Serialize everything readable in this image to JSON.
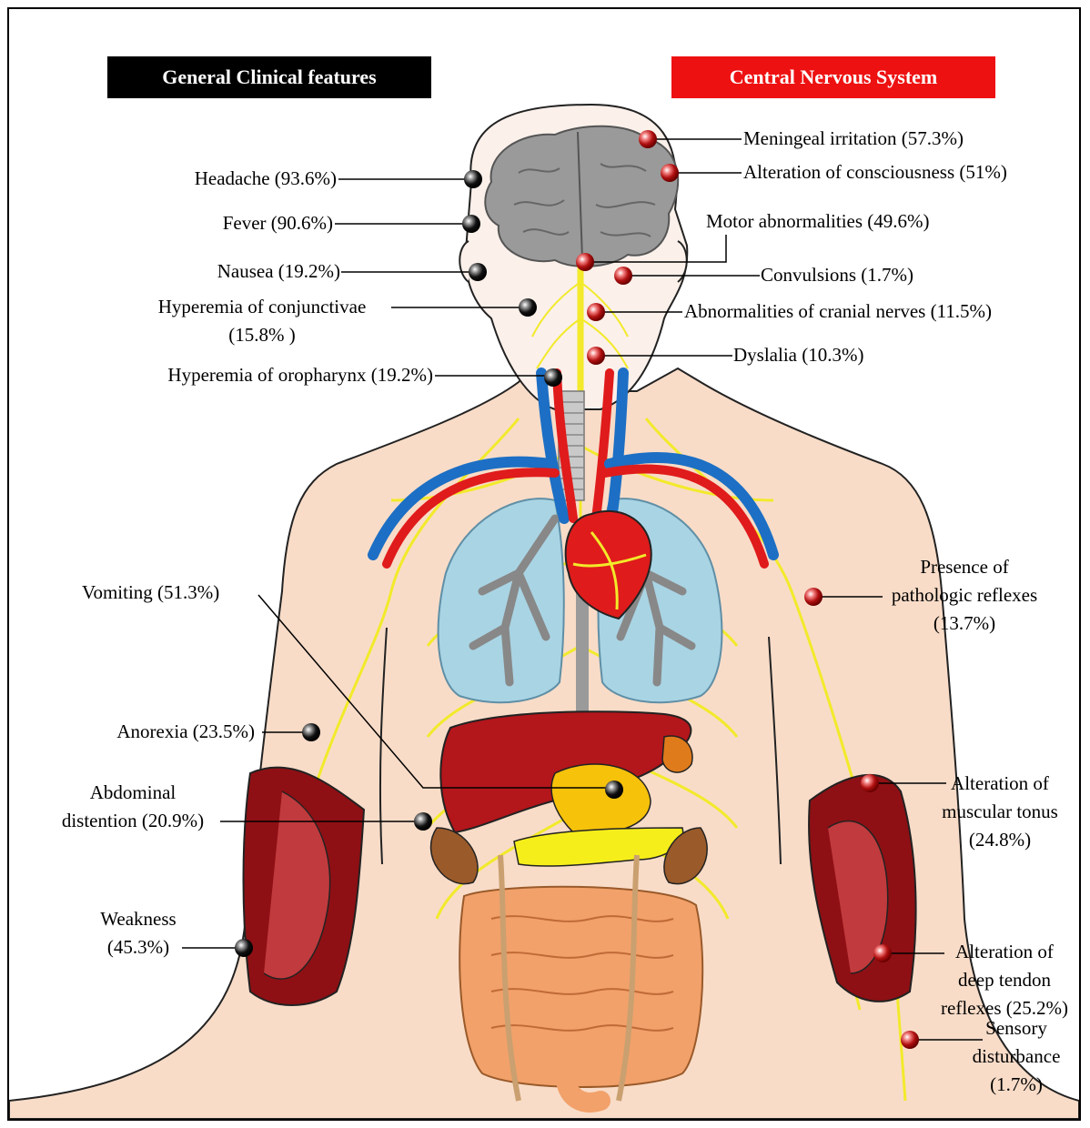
{
  "headers": {
    "general": "General Clinical features",
    "cns": "Central Nervous System"
  },
  "general_features": [
    {
      "id": "headache",
      "lines": [
        "Headache (93.6%)"
      ]
    },
    {
      "id": "fever",
      "lines": [
        "Fever (90.6%)"
      ]
    },
    {
      "id": "nausea",
      "lines": [
        "Nausea (19.2%)"
      ]
    },
    {
      "id": "hyperemia-conjunctivae",
      "lines": [
        "Hyperemia of conjunctivae",
        "(15.8% )"
      ]
    },
    {
      "id": "hyperemia-oropharynx",
      "lines": [
        "Hyperemia of oropharynx (19.2%)"
      ]
    },
    {
      "id": "vomiting",
      "lines": [
        "Vomiting (51.3%)"
      ]
    },
    {
      "id": "anorexia",
      "lines": [
        "Anorexia (23.5%)"
      ]
    },
    {
      "id": "abdominal-distention",
      "lines": [
        "Abdominal",
        "distention (20.9%)"
      ]
    },
    {
      "id": "weakness",
      "lines": [
        "Weakness",
        "(45.3%)"
      ]
    }
  ],
  "cns_features": [
    {
      "id": "meningeal-irritation",
      "lines": [
        "Meningeal irritation  (57.3%)"
      ]
    },
    {
      "id": "alteration-consciousness",
      "lines": [
        "Alteration of consciousness (51%)"
      ]
    },
    {
      "id": "motor-abnormalities",
      "lines": [
        "Motor abnormalities (49.6%)"
      ]
    },
    {
      "id": "convulsions",
      "lines": [
        "Convulsions (1.7%)"
      ]
    },
    {
      "id": "cranial-nerves",
      "lines": [
        "Abnormalities of cranial nerves   (11.5%)"
      ]
    },
    {
      "id": "dyslalia",
      "lines": [
        "Dyslalia (10.3%)"
      ]
    },
    {
      "id": "pathologic-reflexes",
      "lines": [
        "Presence of",
        "pathologic reflexes",
        "(13.7%)"
      ]
    },
    {
      "id": "muscular-tonus",
      "lines": [
        "Alteration of",
        "muscular tonus",
        "(24.8%)"
      ]
    },
    {
      "id": "deep-tendon-reflexes",
      "lines": [
        "Alteration of",
        "deep tendon",
        "reflexes (25.2%)"
      ]
    },
    {
      "id": "sensory-disturbance",
      "lines": [
        "Sensory",
        "disturbance",
        "(1.7%)"
      ]
    }
  ],
  "colors": {
    "general_marker": "#000000",
    "cns_marker": "#c41515",
    "cns_header_bg": "#ee1111",
    "skin": "#f8dcc8",
    "nerves": "#f2ea2a",
    "artery": "#e01b1b",
    "vein": "#1c6fc4",
    "lung": "#a9d4e4",
    "liver": "#b3161b",
    "muscle": "#8e1014"
  }
}
